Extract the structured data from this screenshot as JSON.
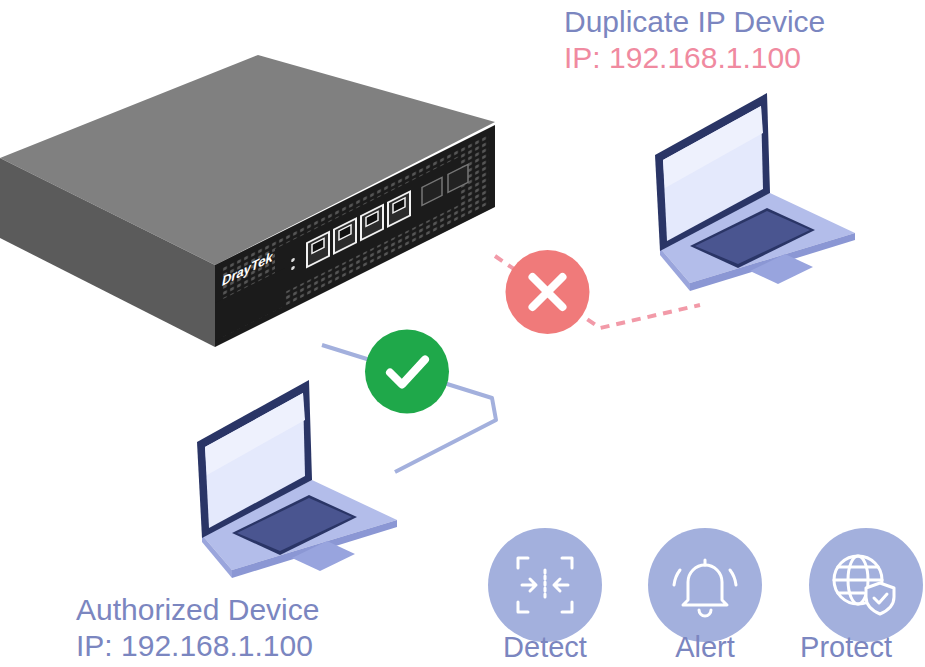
{
  "diagram": {
    "nodes": [
      {
        "text": [
          "DrayTek"
        ]
      },
      {
        "text": [
          "Duplicate IP Device",
          "IP: 192.168.1.100"
        ]
      },
      {
        "text": [
          "Authorized Device",
          "IP: 192.168.1.100"
        ]
      },
      {
        "text": [
          "Detect"
        ]
      },
      {
        "text": [
          "Alert"
        ]
      },
      {
        "text": [
          "Protect"
        ]
      }
    ],
    "edges": [
      {
        "from": 0,
        "to": 1,
        "arrow": "none"
      },
      {
        "from": 0,
        "to": 2,
        "arrow": "none"
      }
    ]
  }
}
